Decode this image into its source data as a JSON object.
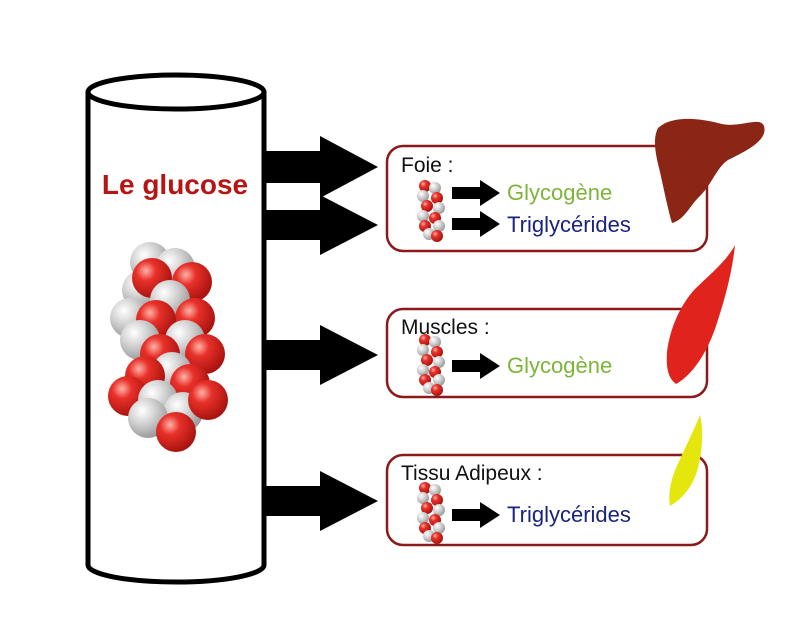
{
  "cylinder": {
    "title": "Le glucose"
  },
  "colors": {
    "title": "#b51513",
    "glycogene": "#7db53a",
    "triglycerides": "#1a237e",
    "box_border": "#8b1a1a",
    "arrow": "#000000",
    "liver": "#8b2617",
    "muscle": "#e0241d",
    "adipose": "#e6e60f",
    "atom_red": "#e02a22",
    "atom_gray": "#c9c9c9"
  },
  "organs": [
    {
      "name": "Foie :",
      "products": [
        "Glycogène",
        "Triglycérides"
      ],
      "icon": "liver-icon"
    },
    {
      "name": "Muscles :",
      "products": [
        "Glycogène"
      ],
      "icon": "muscle-icon"
    },
    {
      "name": "Tissu Adipeux :",
      "products": [
        "Triglycérides"
      ],
      "icon": "adipose-icon"
    }
  ]
}
